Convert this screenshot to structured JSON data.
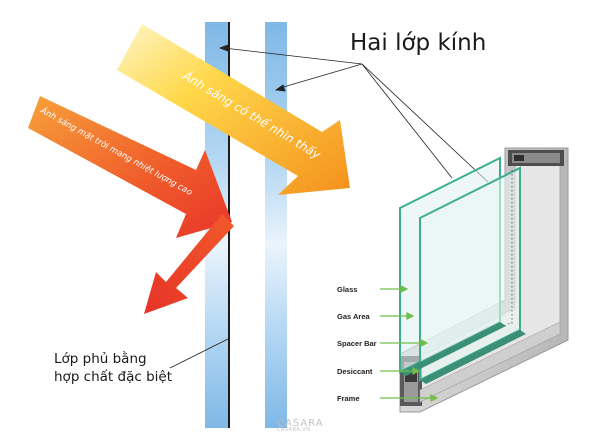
{
  "title": "Hai lớp kính",
  "arrows": {
    "visible_light": "Ánh sáng có thể nhìn thấy",
    "solar_heat": "Ánh sáng mặt trời mang nhiệt lượng cao"
  },
  "coating": {
    "line1": "Lớp phủ bằng",
    "line2": "hợp chất đặc biệt"
  },
  "labels": [
    "Glass",
    "Gas Area",
    "Spacer Bar",
    "Desiccant",
    "Frame"
  ],
  "watermark": {
    "brand": "CASARA",
    "sub": "CASARA.VN"
  },
  "colors": {
    "glass_pane": "#8fc3ea",
    "heat_arrow": "#f0562a",
    "light_arrow": "#fbbf2a",
    "pointer_green": "#6fbf4a"
  }
}
